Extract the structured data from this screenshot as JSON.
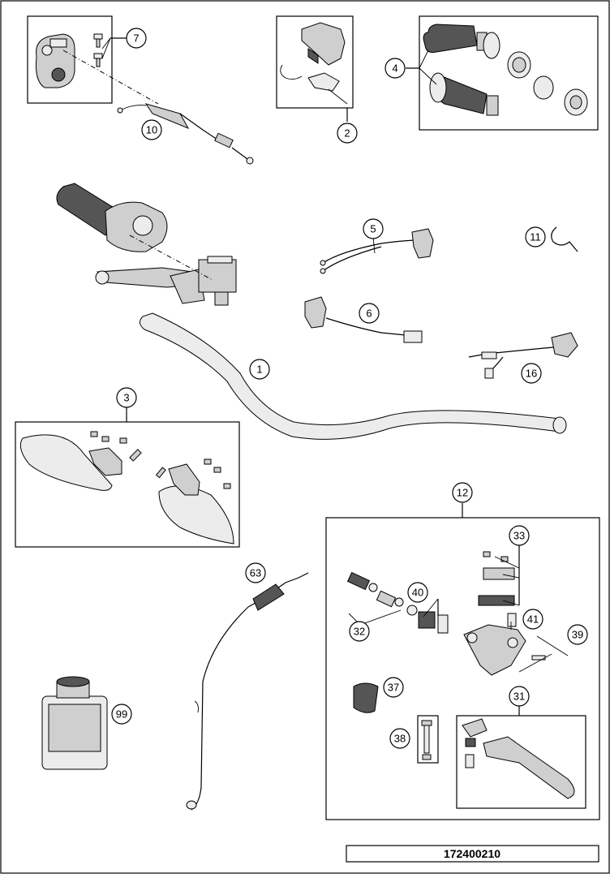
{
  "diagram": {
    "part_number": "172400210",
    "callouts": [
      "1",
      "2",
      "3",
      "4",
      "5",
      "6",
      "7",
      "10",
      "11",
      "12",
      "16",
      "31",
      "32",
      "33",
      "37",
      "38",
      "39",
      "40",
      "41",
      "63",
      "99"
    ]
  }
}
